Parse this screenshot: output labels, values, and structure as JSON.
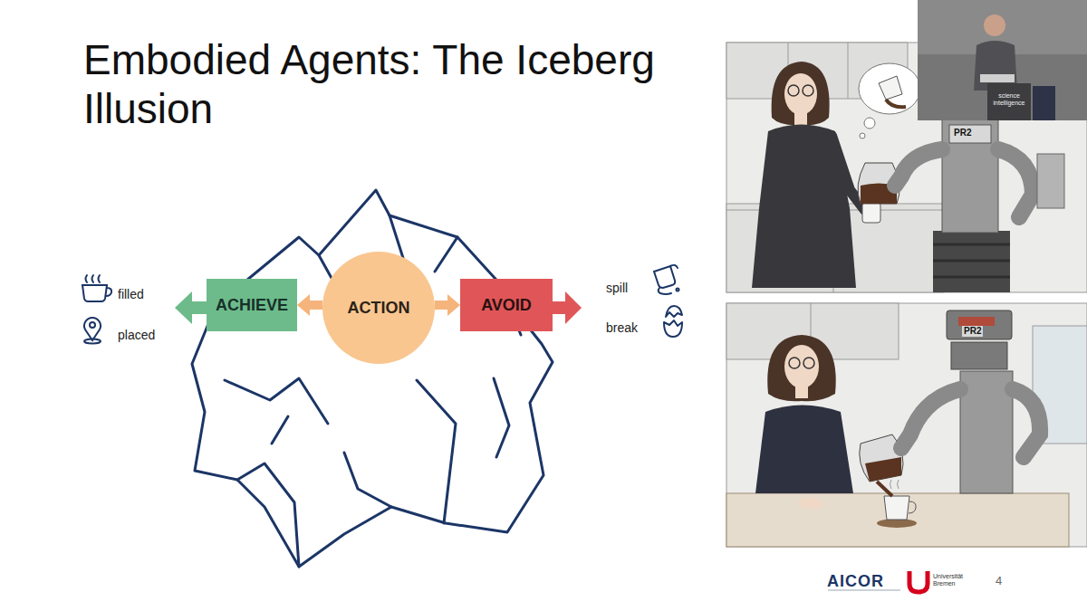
{
  "diagram": {
    "title": "Embodied Agents: The Iceberg Illusion",
    "nodes": [
      {
        "text": [
          "ACHIEVE"
        ]
      },
      {
        "text": [
          "ACTION"
        ]
      },
      {
        "text": [
          "AVOID"
        ]
      }
    ],
    "edges": [
      {
        "from": 1,
        "to": 0,
        "arrow": "to"
      },
      {
        "from": 1,
        "to": 2,
        "arrow": "to"
      }
    ],
    "labels": [
      "filled",
      "placed",
      "spill",
      "break",
      "PR2",
      "PR2",
      "science intelligence",
      "AICOR",
      "Universität Bremen",
      "4"
    ]
  }
}
